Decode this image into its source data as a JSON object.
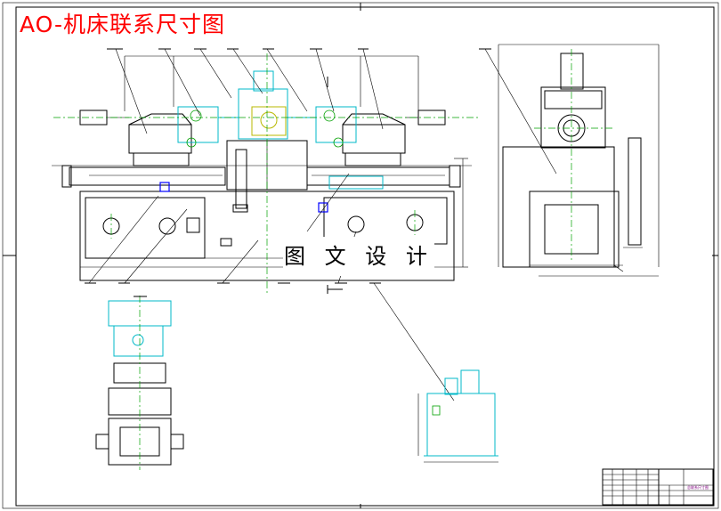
{
  "drawing": {
    "title": "AO-机床联系尺寸图",
    "watermark": "图 文 设 计"
  },
  "title_block": {
    "name_cell": "总联系尺寸图"
  },
  "colors": {
    "frame": "#000000",
    "title": "#ff0000",
    "outline": "#00b8c8",
    "centerline": "#00a000",
    "highlight": "#b8b800",
    "blue_part": "#0000ff",
    "title_block_text": "#800080"
  }
}
